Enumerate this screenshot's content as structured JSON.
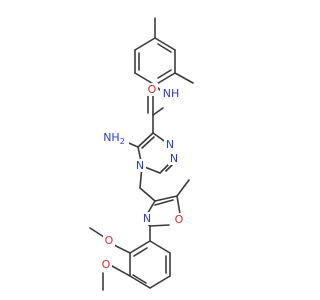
{
  "colors": {
    "bond": "#3a3a3a",
    "carbon": "#3a3a3a",
    "nitrogen": "#2a3adf",
    "oxygen": "#e02a2a",
    "background": "#ffffff"
  },
  "labels": {
    "amide_nh": "NH",
    "amide_o": "O",
    "amine": "NH",
    "amine_sub": "2",
    "triazole_n3": "N",
    "triazole_n2": "N",
    "triazole_n1": "N",
    "oxazole_n": "N",
    "oxazole_o": "O",
    "methoxy_o_upper": "O",
    "methoxy_o_lower": "O"
  }
}
